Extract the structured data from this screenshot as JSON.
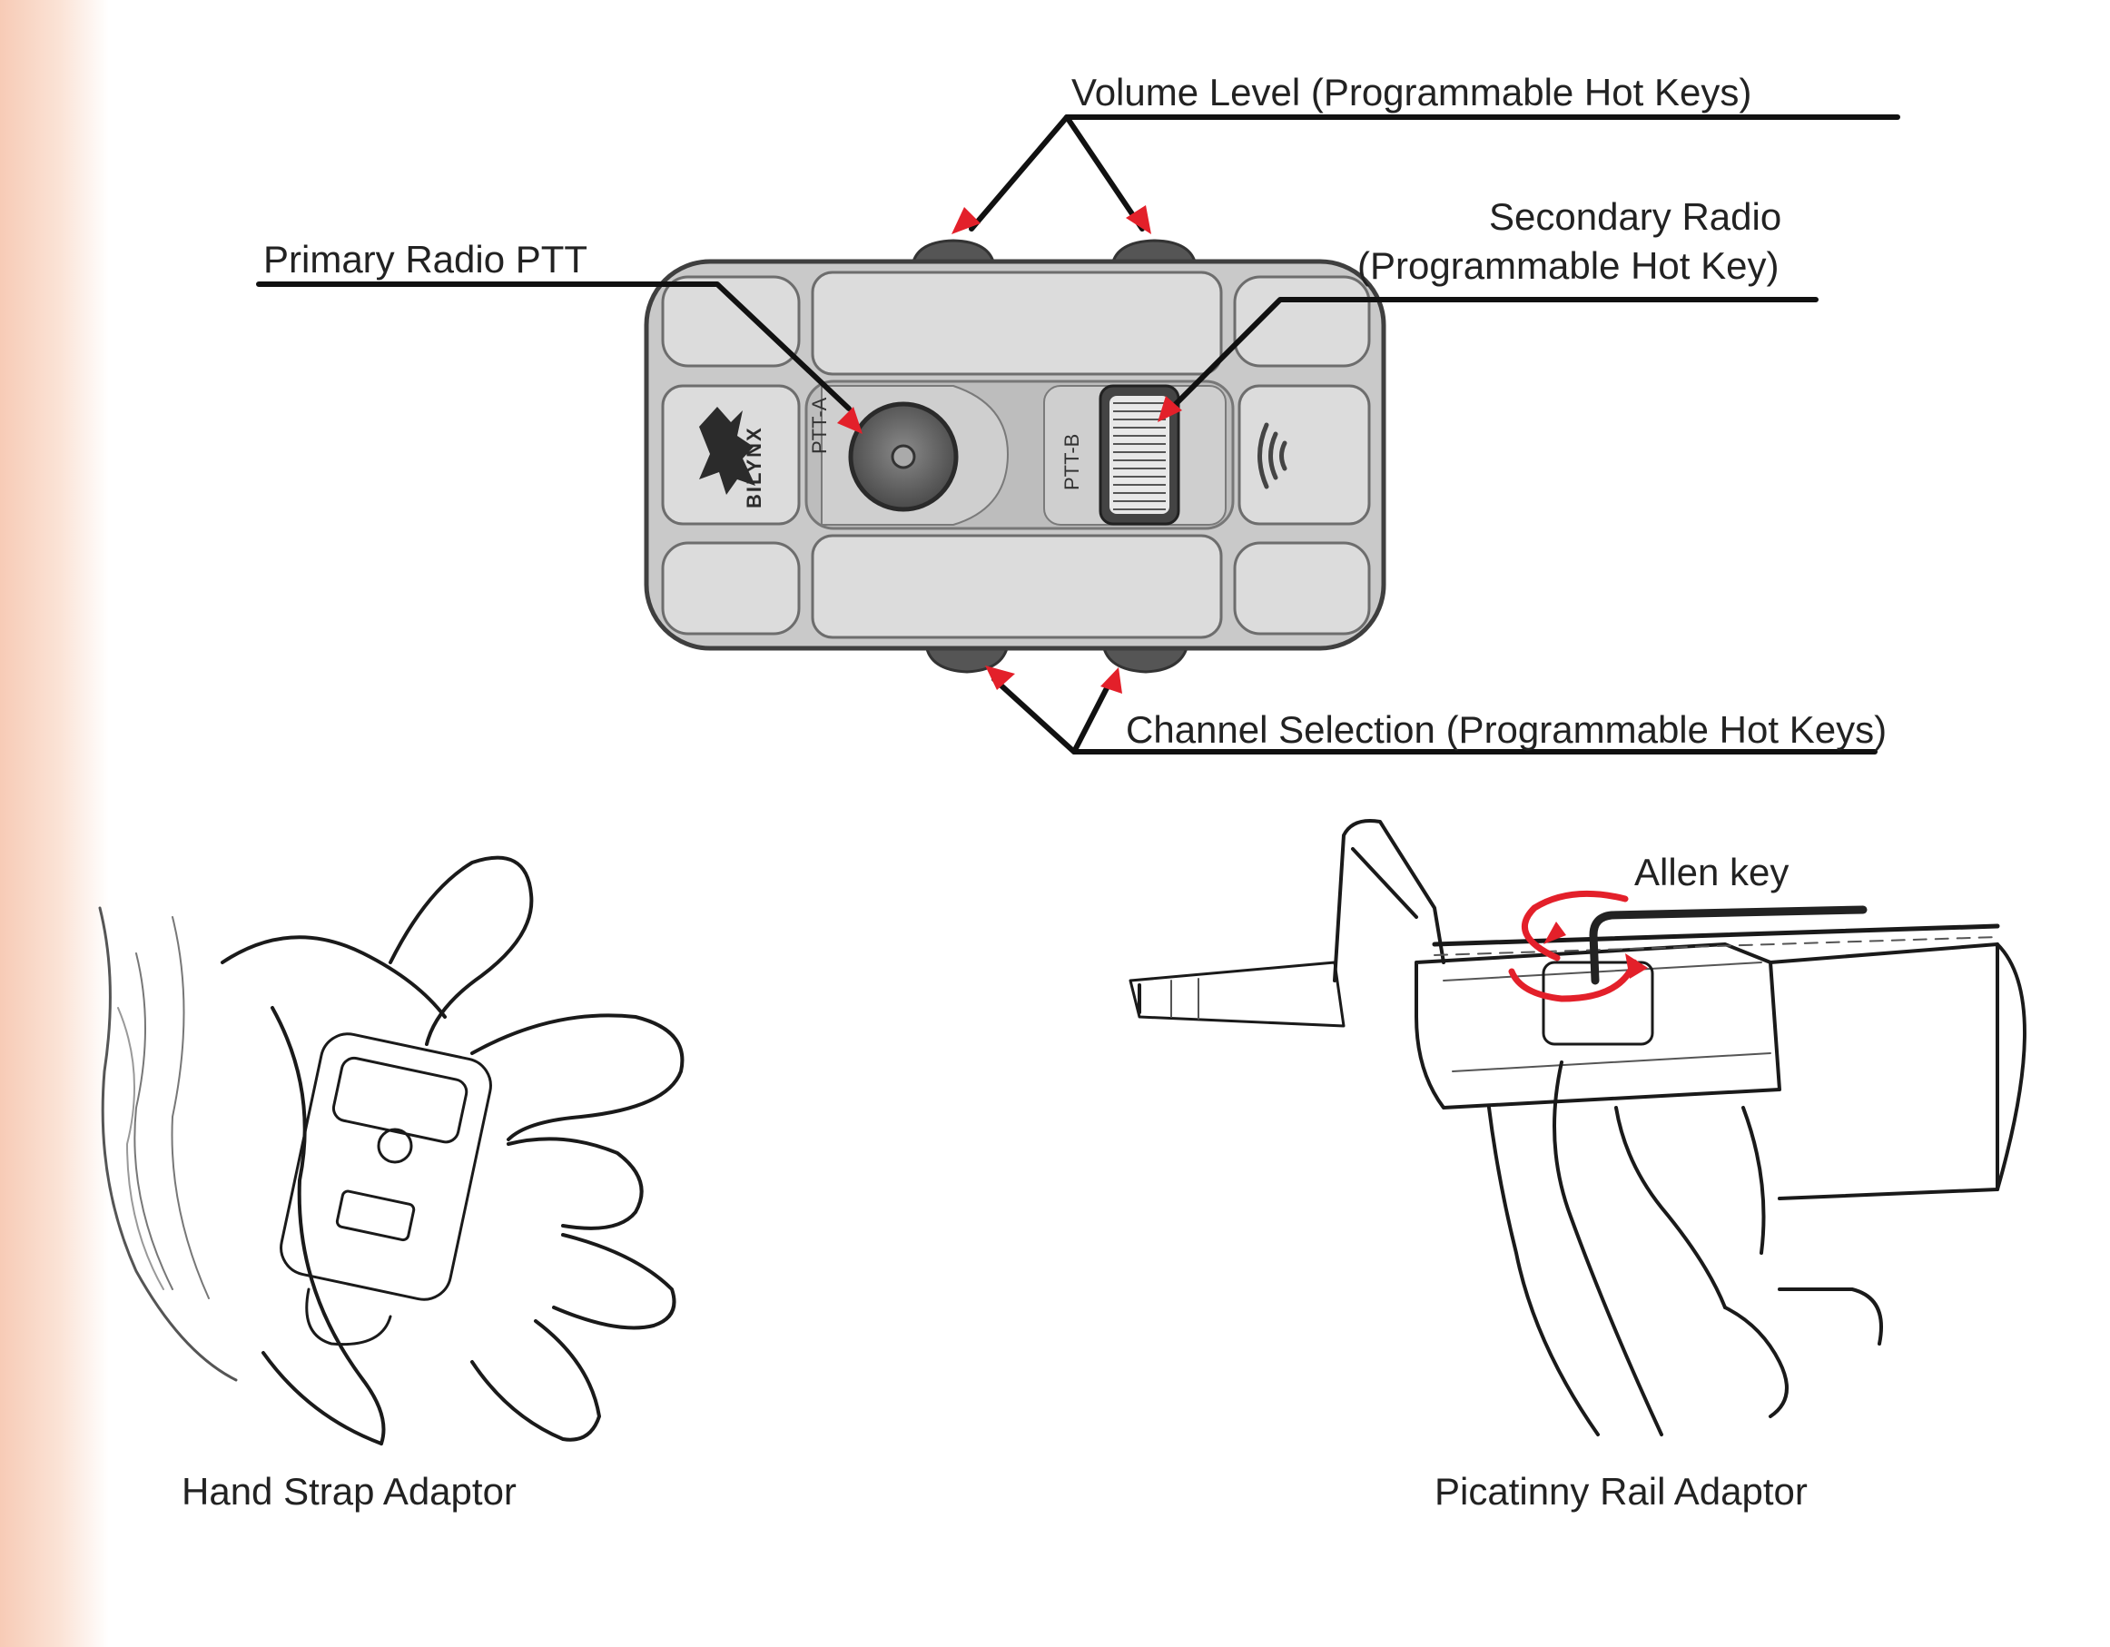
{
  "device": {
    "brand": "BILYNX",
    "ptt_a_label": "PTT-A",
    "ptt_b_label": "PTT-B"
  },
  "callouts": {
    "volume": "Volume Level (Programmable Hot Keys)",
    "primary": "Primary Radio PTT",
    "secondary_line1": "Secondary Radio",
    "secondary_line2": "(Programmable Hot Key)",
    "channel": "Channel Selection (Programmable Hot Keys)"
  },
  "illustrations": {
    "hand_strap_caption": "Hand Strap Adaptor",
    "rail_caption": "Picatinny Rail Adaptor",
    "allen_key_label": "Allen key"
  },
  "colors": {
    "arrow": "#e3202a",
    "leader": "#111111",
    "device_body": "#c9c9c9",
    "device_panel": "#dddddd",
    "left_edge_tint": "#f7cbb6"
  }
}
